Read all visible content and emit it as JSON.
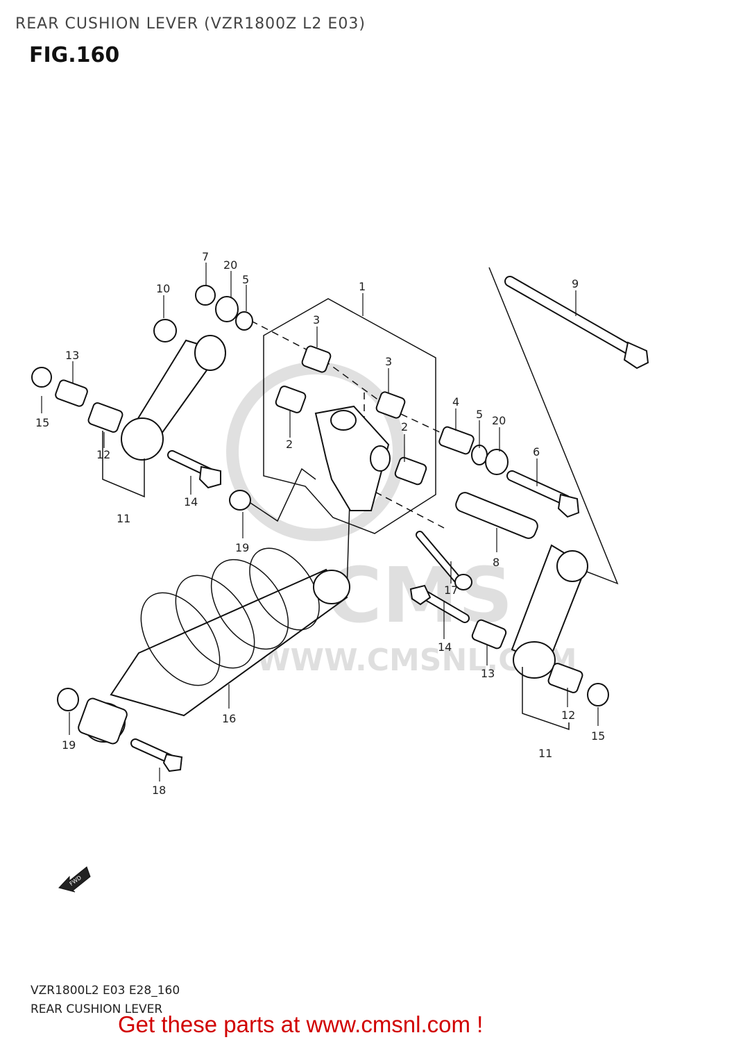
{
  "header": {
    "title": "REAR CUSHION LEVER (VZR1800Z L2 E03)",
    "figure": "FIG.160"
  },
  "callouts": [
    "1",
    "2",
    "2",
    "3",
    "3",
    "4",
    "5",
    "5",
    "6",
    "7",
    "8",
    "9",
    "10",
    "11",
    "11",
    "12",
    "12",
    "13",
    "13",
    "14",
    "14",
    "15",
    "15",
    "16",
    "17",
    "18",
    "19",
    "19",
    "20",
    "20"
  ],
  "watermark": {
    "text": "WWW.CMSNL.COM",
    "logo_text": "CMS"
  },
  "fwd_badge": "FWD",
  "footer": {
    "code": "VZR1800L2 E03 E28_160",
    "name": "REAR CUSHION LEVER"
  },
  "cta": "Get these parts at www.cmsnl.com !"
}
